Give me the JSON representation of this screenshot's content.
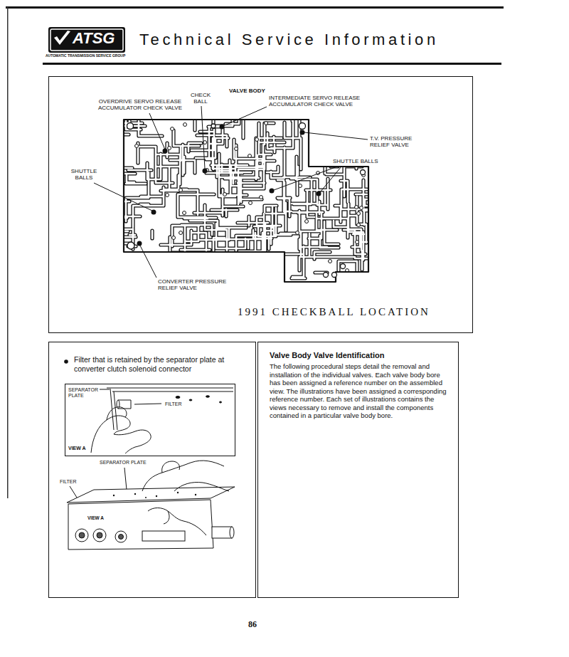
{
  "diagram": {
    "title": "Technical Service Information",
    "nodes": [
      {
        "text": [
          "1991 CHECKBALL LOCATION"
        ]
      },
      {
        "text": [
          "Filter that is retained by the separator plate at converter clutch solenoid connector"
        ]
      },
      {
        "text": [
          "SEPARATOR PLATE",
          "FILTER",
          "VIEW A"
        ],
        "in": 1
      },
      {
        "text": [
          "Valve Body Valve Identification",
          "The following procedural steps detail the removal and installation of the individual valves. Each valve body bore has been assigned a reference number on the assembled view. The illustrations have been assigned a corresponding reference number. Each set of illustrations contains the views necessary to remove and install the components contained in a particular valve body bore."
        ]
      }
    ],
    "labels": [
      "ATSG",
      "AUTOMATIC TRANSMISSION SERVICE GROUP",
      "VALVE BODY",
      "CHECK BALL",
      "OVERDRIVE SERVO RELEASE ACCUMULATOR CHECK VALVE",
      "INTERMEDIATE SERVO RELEASE ACCUMULATOR CHECK VALVE",
      "T.V. PRESSURE RELIEF VALVE",
      "SHUTTLE BALLS",
      "SHUTTLE BALLS",
      "CONVERTER PRESSURE RELIEF VALVE",
      "SEPARATOR PLATE",
      "FILTER",
      "VIEW A",
      "86"
    ]
  }
}
